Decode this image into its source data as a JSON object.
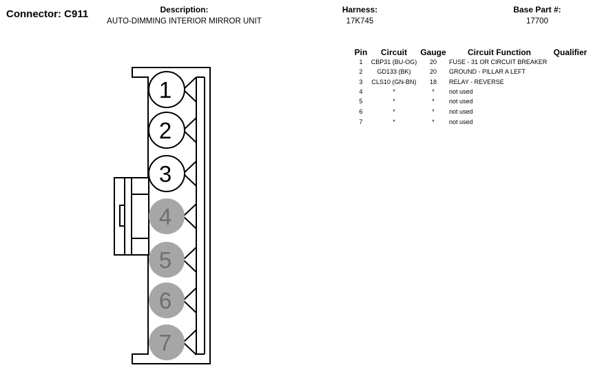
{
  "header": {
    "connector_title": "Connector: C911",
    "description_label": "Description:",
    "description_value": "AUTO-DIMMING INTERIOR MIRROR UNIT",
    "harness_label": "Harness:",
    "harness_value": "17K745",
    "base_part_label": "Base Part #:",
    "base_part_value": "17700"
  },
  "table": {
    "columns": [
      "Pin",
      "Circuit",
      "Gauge",
      "Circuit Function",
      "Qualifier"
    ],
    "rows": [
      {
        "pin": "1",
        "circuit": "CBP31 (BU-OG)",
        "gauge": "20",
        "function": "FUSE - 31 OR CIRCUIT BREAKER",
        "qualifier": ""
      },
      {
        "pin": "2",
        "circuit": "GD133 (BK)",
        "gauge": "20",
        "function": "GROUND - PILLAR A LEFT",
        "qualifier": ""
      },
      {
        "pin": "3",
        "circuit": "CLS10 (GN-BN)",
        "gauge": "18",
        "function": "RELAY - REVERSE",
        "qualifier": ""
      },
      {
        "pin": "4",
        "circuit": "*",
        "gauge": "*",
        "function": "not used",
        "qualifier": ""
      },
      {
        "pin": "5",
        "circuit": "*",
        "gauge": "*",
        "function": "not used",
        "qualifier": ""
      },
      {
        "pin": "6",
        "circuit": "*",
        "gauge": "*",
        "function": "not used",
        "qualifier": ""
      },
      {
        "pin": "7",
        "circuit": "*",
        "gauge": "*",
        "function": "not used",
        "qualifier": ""
      }
    ]
  },
  "diagram": {
    "pins": [
      {
        "label": "1",
        "used": true
      },
      {
        "label": "2",
        "used": true
      },
      {
        "label": "3",
        "used": true
      },
      {
        "label": "4",
        "used": false
      },
      {
        "label": "5",
        "used": false
      },
      {
        "label": "6",
        "used": false
      },
      {
        "label": "7",
        "used": false
      }
    ],
    "colors": {
      "used_fill": "#ffffff",
      "unused_fill": "#a6a6a6",
      "used_text": "#000000",
      "unused_text": "#6e6e6e",
      "stroke": "#000000"
    }
  }
}
